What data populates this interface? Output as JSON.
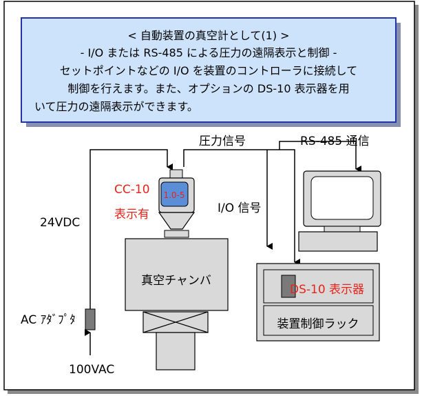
{
  "info_box": {
    "line1": "< 自動装置の真空計として(1) >",
    "line2": "- I/O または RS-485 による圧力の遠隔表示と制御 -",
    "line3": "セットポイントなどの I/O を装置のコントローラに接続して",
    "line4": "制御を行えます。また、オプションの  DS-10 表示器を用",
    "line5": "いて圧力の遠隔表示ができます。"
  },
  "labels": {
    "pressure_signal": "圧力信号",
    "rs485": "RS-485 通信",
    "io_signal": "I/O 信号",
    "v24dc": "24VDC",
    "ac_adapter": "AC ｱﾀﾞﾌﾟﾀ",
    "v100ac": "100VAC",
    "cc10": "CC-10",
    "display_present": "表示有",
    "gauge_reading": "1.0-5",
    "chamber": "真空チャンバ",
    "ds10": "DS-10 表示器",
    "rack": "装置制御ラック"
  },
  "colors": {
    "info_fill": "#cde3fb",
    "info_border": "#2233aa",
    "gauge_screen": "#5a8fd8",
    "label_red": "#e8231c",
    "ds10_fill": "#7a7a7a",
    "device_fill": "#d9d9d9"
  }
}
